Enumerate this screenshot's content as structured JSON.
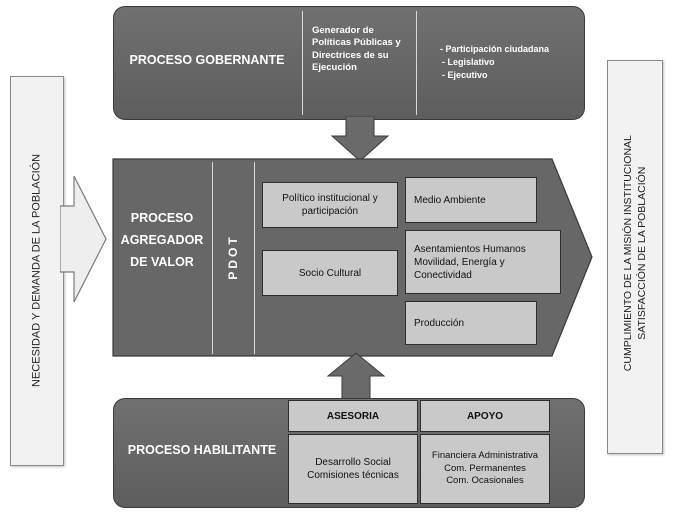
{
  "left_bar": {
    "text": "NECESIDAD Y DEMANDA DE LA POBLACIÓN"
  },
  "right_bar": {
    "line1": "CUMPLIMIENTO DE LA MISIÓN INSTITUCIONAL",
    "line2": "SATISFACCIÓN DE LA POBLACIÓN"
  },
  "gobernante": {
    "title": "PROCESO GOBERNANTE",
    "col2": "Generador de Políticas Públicas y Directrices de su Ejecución",
    "col3_items": [
      "- Participación ciudadana",
      "- Legislativo",
      "- Ejecutivo"
    ]
  },
  "agregador": {
    "title_lines": [
      "PROCESO",
      "AGREGADOR",
      "DE VALOR"
    ],
    "pdot": "PDOT",
    "boxes": {
      "politico": "Político institucional y participación",
      "socio": "Socio Cultural",
      "medio": "Medio Ambiente",
      "asentamientos": "Asentamientos Humanos Movilidad, Energía y Conectividad",
      "produccion": "Producción"
    }
  },
  "habilitante": {
    "title": "PROCESO HABILITANTE",
    "asesoria": {
      "header": "ASESORIA",
      "lines": [
        "Desarrollo Social",
        "Comisiones técnicas"
      ]
    },
    "apoyo": {
      "header": "APOYO",
      "lines": [
        "Financiera Administrativa",
        "Com. Permanentes",
        "Com. Ocasionales"
      ]
    }
  }
}
